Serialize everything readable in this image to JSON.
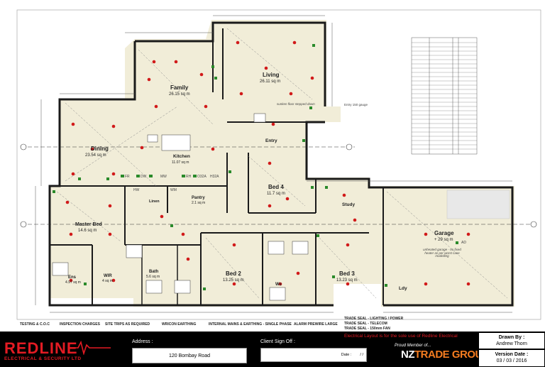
{
  "rooms": {
    "family": {
      "name": "Family",
      "area": "26.15 sq m"
    },
    "living": {
      "name": "Living",
      "area": "26.11 sq m"
    },
    "dining": {
      "name": "Dining",
      "area": "23.54 sq m"
    },
    "kitchen": {
      "name": "Kitchen",
      "area": "11.07 sq m"
    },
    "entry": {
      "name": "Entry",
      "area": ""
    },
    "bed4": {
      "name": "Bed 4",
      "area": "11.7 sq m"
    },
    "master": {
      "name": "Master Bed",
      "area": "14.6 sq m"
    },
    "pantry": {
      "name": "Pantry",
      "area": "2.1 sq m"
    },
    "linen": {
      "name": "Linen",
      "area": ""
    },
    "study": {
      "name": "Study",
      "area": ""
    },
    "garage": {
      "name": "Garage",
      "area": "+ 29 sq m"
    },
    "bed2": {
      "name": "Bed 2",
      "area": "13.25 sq m"
    },
    "bed3": {
      "name": "Bed 3",
      "area": "13.23 sq m"
    },
    "bath": {
      "name": "Bath",
      "area": "5.6 sq m"
    },
    "ens": {
      "name": "Ens",
      "area": "4.97 sq m"
    },
    "wir": {
      "name": "WIR",
      "area": "4 sq m"
    },
    "wc": {
      "name": "Wc",
      "area": ""
    },
    "ldy": {
      "name": "Ldy",
      "area": ""
    }
  },
  "notes": {
    "garage": "unheated garage - no fixed heater as per worst case modelling",
    "sunken": "sunken floor stepped down",
    "entry_note": "Entry 150 gauge"
  },
  "appliance_labels": [
    "FR",
    "DW",
    "MW",
    "RH",
    "O32A",
    "H32A",
    "HW",
    "WM",
    "AD"
  ],
  "legend": [
    "TESTING & C.O.C",
    "INSPECTION CHARGES",
    "SITE TRIPS AS REQUIRED",
    "WRICON EARTHING",
    "INTERNAL MAINS & EARTHING - SINGLE PHASE",
    "ALARM PREWIRE LARGE"
  ],
  "trade_seals": [
    "TRADE SEAL - LIGHTING / POWER",
    "TRADE SEAL - TELECOM",
    "TRADE SEAL - 150mm FAN"
  ],
  "title_block": {
    "brand": "REDLINE",
    "brand_sub": "ELECTRICAL & SECURITY LTD",
    "address_label": "Address :",
    "address_value": "120 Bombay Road",
    "client_label": "Client Sign Off :",
    "date_label": "Date :",
    "date_value": "/     /",
    "disclaimer": "Electrical Layout is for the sole use of Redline Electrical",
    "proud": "Proud Member of...",
    "nz": "NZ",
    "tradegroup": "TRADE GROUP",
    "drawn_label": "Drawn By :",
    "drawn_value": "Andrew Thorn",
    "version_label": "Version Date :",
    "version_value": "03 / 03 / 2016"
  },
  "colors": {
    "floor_fill": "#f1edd8",
    "wall": "#1a1a1a",
    "point_red": "#d11a1a",
    "switch_green": "#2a8a2a",
    "brand_red": "#e31b23",
    "accent_orange": "#f47c20"
  },
  "icons": [
    "power-point-icon",
    "switch-icon",
    "light-point-icon",
    "north-arrow-icon"
  ]
}
